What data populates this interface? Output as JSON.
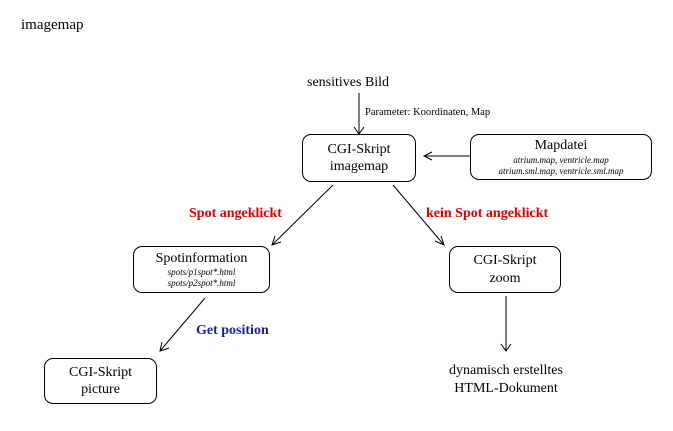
{
  "title": "imagemap",
  "source_label": "sensitives Bild",
  "parameter_label": "Parameter: Koordinaten, Map",
  "nodes": {
    "cgi_imagemap": {
      "line1": "CGI-Skript",
      "line2": "imagemap"
    },
    "mapdatei": {
      "title": "Mapdatei",
      "line1": "atrium.map, ventricle.map",
      "line2": "atrium.sml.map, ventricle.sml.map"
    },
    "spotinformation": {
      "title": "Spotinformation",
      "line1": "spots/p1spot*.html",
      "line2": "spots/p2spot*.html"
    },
    "cgi_zoom": {
      "line1": "CGI-Skript",
      "line2": "zoom"
    },
    "cgi_picture": {
      "line1": "CGI-Skript",
      "line2": "picture"
    }
  },
  "output_label": {
    "line1": "dynamisch erstelltes",
    "line2": "HTML-Dokument"
  },
  "edges": {
    "spot": {
      "label": "Spot angeklickt",
      "color": "#e00000"
    },
    "no_spot": {
      "label": "kein Spot angeklickt",
      "color": "#e00000"
    },
    "get_position": {
      "label": "Get position",
      "color": "#1a1aa8"
    }
  }
}
